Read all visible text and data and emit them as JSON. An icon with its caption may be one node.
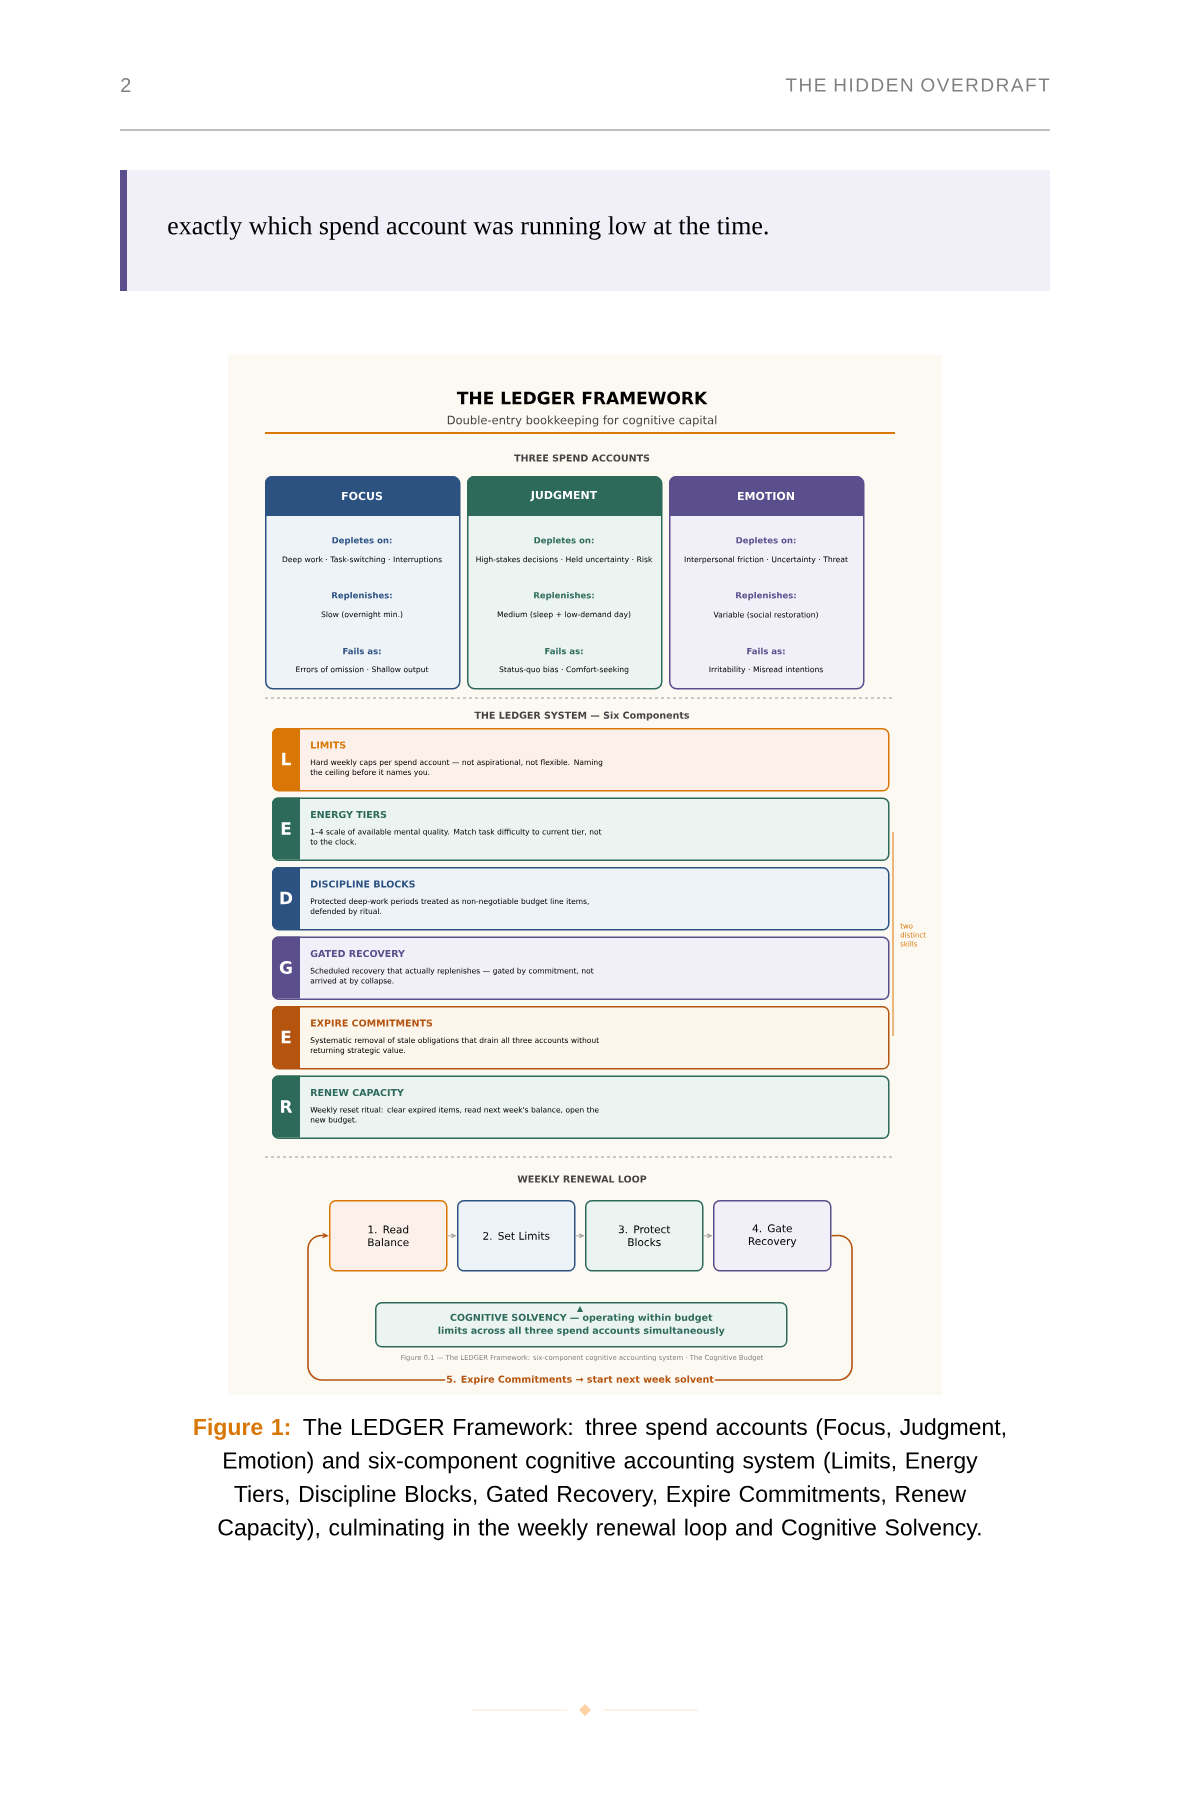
{
  "diagram": {
    "title": "THE LEDGER FRAMEWORK",
    "caption": "**Figure 1:** The LEDGER Framework: three spend accounts (Focus, Judgment, Emotion) and six-component cognitive accounting system (Limits, Energy Tiers, Discipline Blocks, Gated Recovery, Expire Commitments, Renew Capacity), culminating in the weekly renewal loop and Cognitive Solvency.",
    "nodes": [
      {
        "text": [
          "FOCUS",
          "Depletes on:",
          "Deep work · Task-switching · Interruptions",
          "Replenishes:",
          "Slow  (overnight min.)",
          "Fails as:",
          "Errors of omission · Shallow output"
        ]
      },
      {
        "text": [
          "JUDGMENT",
          "Depletes on:",
          "High-stakes decisions · Held uncertainty · Risk",
          "Replenishes:",
          "Medium  (sleep + low-demand day)",
          "Fails as:",
          "Status-quo bias · Comfort-seeking"
        ]
      },
      {
        "text": [
          "EMOTION",
          "Depletes on:",
          "Interpersonal friction · Uncertainty · Threat",
          "Replenishes:",
          "Variable  (social restoration)",
          "Fails as:",
          "Irritability · Misread intentions"
        ]
      },
      {
        "text": [
          "L",
          "LIMITS",
          "Hard weekly caps per spend account — not aspirational, not flexible. Naming the ceiling before it names you."
        ]
      },
      {
        "text": [
          "E",
          "ENERGY TIERS",
          "1–4 scale of available mental quality. Match task difficulty to current tier, not to the clock."
        ]
      },
      {
        "text": [
          "D",
          "DISCIPLINE BLOCKS",
          "Protected deep-work periods treated as non-negotiable budget line items, defended by ritual."
        ]
      },
      {
        "text": [
          "G",
          "GATED RECOVERY",
          "Scheduled recovery that actually replenishes — gated by commitment, not arrived at by collapse."
        ]
      },
      {
        "text": [
          "E",
          "EXPIRE COMMITMENTS",
          "Systematic removal of stale obligations that drain all three accounts without returning strategic value."
        ]
      },
      {
        "text": [
          "R",
          "RENEW CAPACITY",
          "Weekly reset ritual: clear expired items, read next week's balance, open the new budget."
        ]
      },
      {
        "text": [
          "1. Read Balance"
        ]
      },
      {
        "text": [
          "2. Set Limits"
        ]
      },
      {
        "text": [
          "3. Protect Blocks"
        ]
      },
      {
        "text": [
          "4. Gate Recovery"
        ]
      },
      {
        "text": [
          "COGNITIVE SOLVENCY  —  operating within budget limits across all three spend accounts simultaneously"
        ]
      }
    ],
    "edges": [
      {
        "from": 9,
        "to": 10,
        "arrow": "to"
      },
      {
        "from": 10,
        "to": 11,
        "arrow": "to"
      },
      {
        "from": 11,
        "to": 12,
        "arrow": "to"
      },
      {
        "from": 12,
        "to": 9,
        "arrow": "to",
        "label": "5.  Expire Commitments  →  start next week solvent",
        "color": "#b5540f"
      }
    ],
    "labels": [
      "2",
      "THE HIDDEN OVERDRAFT",
      "exactly which spend account was running low at the time.",
      "Double-entry bookkeeping for cognitive capital",
      "THREE SPEND ACCOUNTS",
      "THE LEDGER SYSTEM  —  Six Components",
      "two distinct skills",
      "WEEKLY RENEWAL LOOP",
      "Figure 0.1 — The LEDGER Framework: six-component cognitive accounting system  ·  The Cognitive Budget"
    ]
  }
}
